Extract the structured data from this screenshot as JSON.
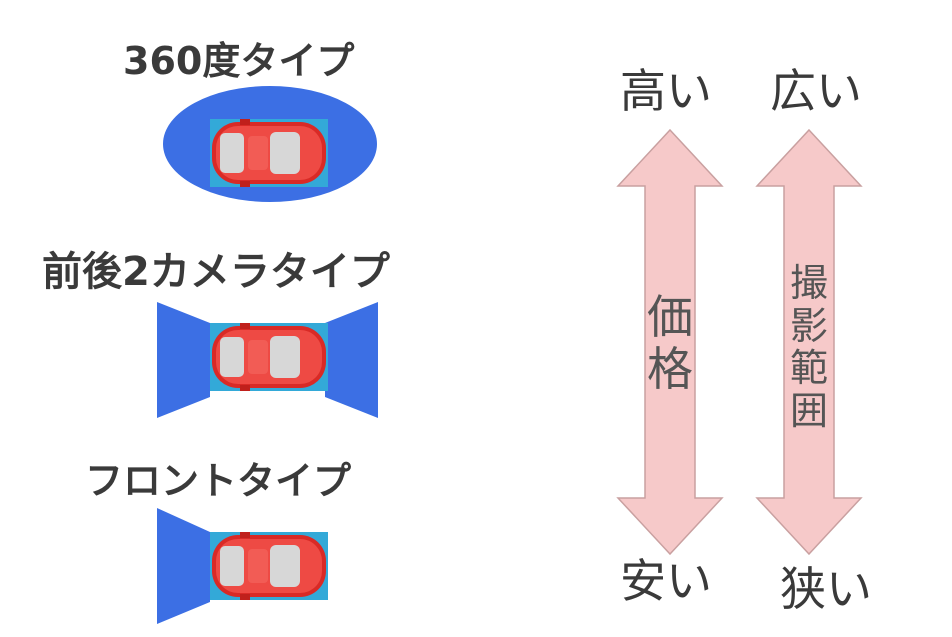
{
  "camera_types": [
    {
      "label": "360度タイプ"
    },
    {
      "label": "前後2カメラタイプ"
    },
    {
      "label": "フロントタイプ"
    }
  ],
  "price_scale": {
    "title": "価格",
    "high": "高い",
    "low": "安い"
  },
  "coverage_scale": {
    "title": "撮影範囲",
    "high": "広い",
    "low": "狭い"
  },
  "colors": {
    "camera_view": "#3c6fe4",
    "car_body": "#e8352f",
    "arrow_fill": "#f6c9c9",
    "arrow_stroke": "#c9a0a0",
    "text": "#3a3a3a"
  }
}
